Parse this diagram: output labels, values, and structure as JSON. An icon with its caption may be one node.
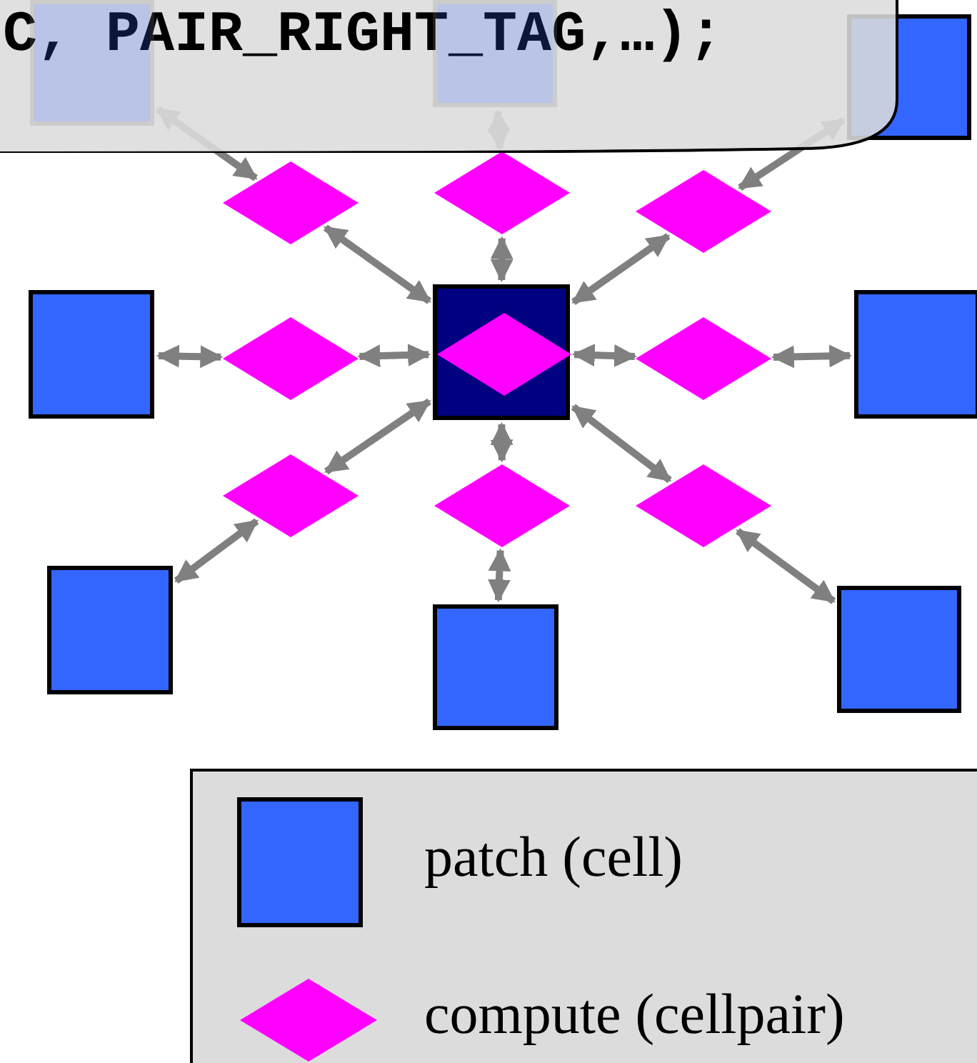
{
  "diagram": {
    "nodes": [
      {
        "text": [
          "C, PAIR_RIGHT_TAG,…);"
        ]
      },
      {
        "text": [],
        "shape": "box",
        "in": 0
      },
      {
        "text": [],
        "shape": "box",
        "in": 0
      },
      {
        "text": [],
        "shape": "box"
      },
      {
        "text": [],
        "shape": "diamond"
      },
      {
        "text": [],
        "shape": "diamond"
      },
      {
        "text": [],
        "shape": "diamond"
      },
      {
        "text": [],
        "shape": "box"
      },
      {
        "text": [],
        "shape": "diamond"
      },
      {
        "text": [],
        "shape": "box"
      },
      {
        "text": [],
        "shape": "diamond",
        "in": 9
      },
      {
        "text": [],
        "shape": "diamond"
      },
      {
        "text": [],
        "shape": "box"
      },
      {
        "text": [],
        "shape": "diamond"
      },
      {
        "text": [],
        "shape": "diamond"
      },
      {
        "text": [],
        "shape": "diamond"
      },
      {
        "text": [],
        "shape": "box"
      },
      {
        "text": [],
        "shape": "box"
      },
      {
        "text": [],
        "shape": "box"
      }
    ],
    "edges": [
      {
        "from": 1,
        "to": 4,
        "arrow": "both"
      },
      {
        "from": 4,
        "to": 9,
        "arrow": "both"
      },
      {
        "from": 2,
        "to": 5,
        "arrow": "both"
      },
      {
        "from": 5,
        "to": 9,
        "arrow": "both"
      },
      {
        "from": 3,
        "to": 6,
        "arrow": "both"
      },
      {
        "from": 6,
        "to": 9,
        "arrow": "both"
      },
      {
        "from": 7,
        "to": 8,
        "arrow": "both"
      },
      {
        "from": 8,
        "to": 9,
        "arrow": "both"
      },
      {
        "from": 12,
        "to": 11,
        "arrow": "both"
      },
      {
        "from": 11,
        "to": 9,
        "arrow": "both"
      },
      {
        "from": 16,
        "to": 13,
        "arrow": "both"
      },
      {
        "from": 13,
        "to": 9,
        "arrow": "both"
      },
      {
        "from": 17,
        "to": 14,
        "arrow": "both"
      },
      {
        "from": 14,
        "to": 9,
        "arrow": "both"
      },
      {
        "from": 18,
        "to": 15,
        "arrow": "both"
      },
      {
        "from": 15,
        "to": 9,
        "arrow": "both"
      }
    ],
    "legend": [
      {
        "text": "patch (cell)"
      },
      {
        "text": "compute (cellpair)"
      }
    ]
  }
}
